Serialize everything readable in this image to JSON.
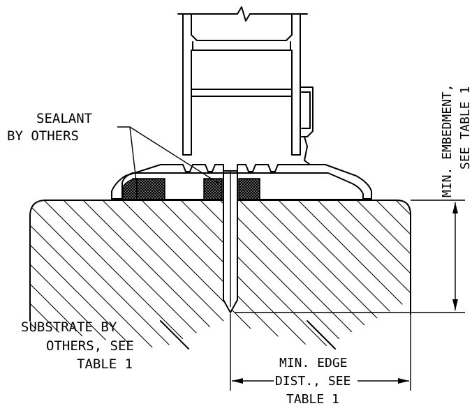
{
  "labels": {
    "sealant_line1": "SEALANT",
    "sealant_line2": "BY OTHERS",
    "substrate_line1": "SUBSTRATE BY",
    "substrate_line2": "OTHERS, SEE",
    "substrate_line3": "TABLE 1",
    "edge_line1": "MIN. EDGE",
    "edge_line2": "DIST., SEE",
    "edge_line3": "TABLE 1",
    "embed_line1": "MIN. EMBEDMENT,",
    "embed_line2": "SEE TABLE 1"
  },
  "colors": {
    "line": "#000000",
    "background": "#ffffff"
  }
}
